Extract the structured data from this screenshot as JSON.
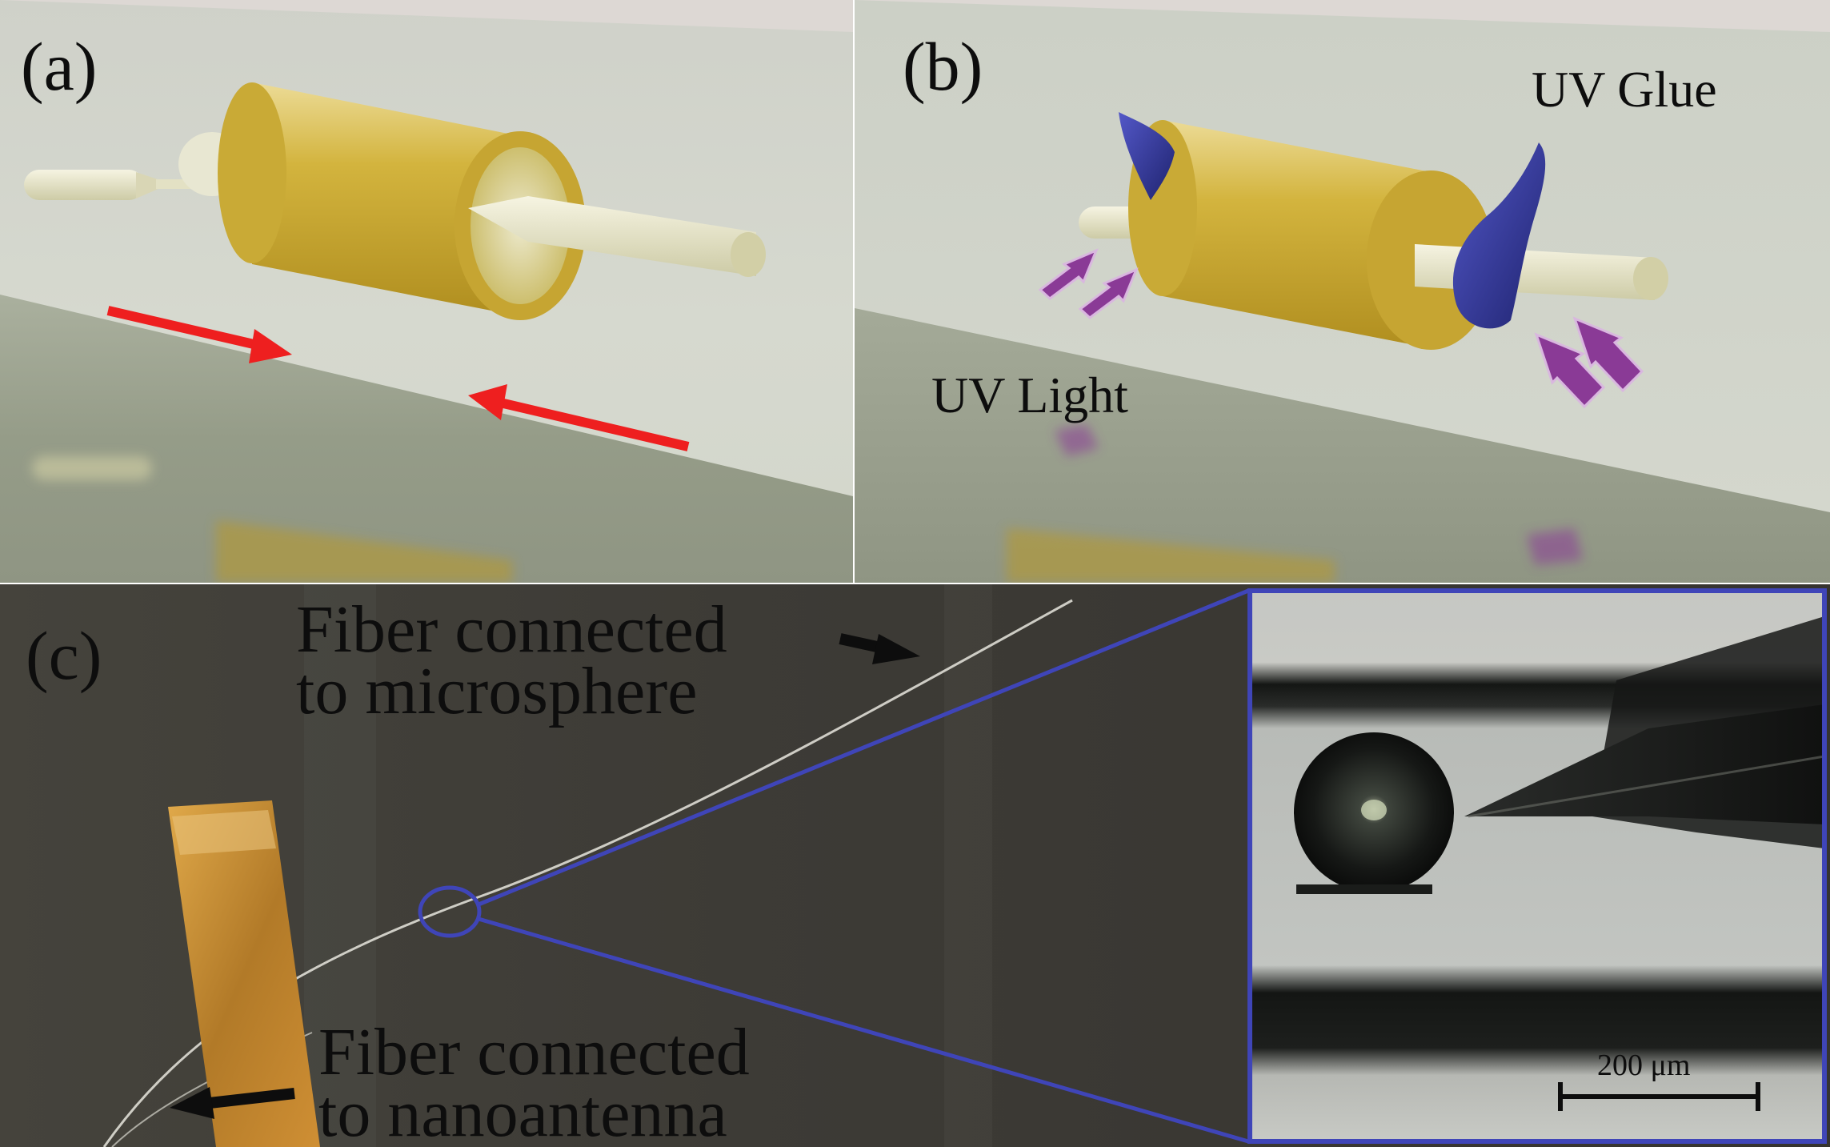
{
  "panels": {
    "a": {
      "label": "(a)"
    },
    "b": {
      "label": "(b)",
      "glue_label": "UV Glue",
      "light_label": "UV Light"
    },
    "c": {
      "label": "(c)",
      "fiber_microsphere": "Fiber connected\nto microsphere",
      "fiber_nanoantenna": "Fiber connected\nto nanoantenna",
      "scale_bar": "200 μm"
    }
  },
  "colors": {
    "ferrule": "#d2b13a",
    "fiber": "#eceac8",
    "push_arrow": "#ee1f1f",
    "uv_glue": "#2e3296",
    "uv_light_arrow": "#8a3a96",
    "zoom_frame": "#3f45b8"
  }
}
